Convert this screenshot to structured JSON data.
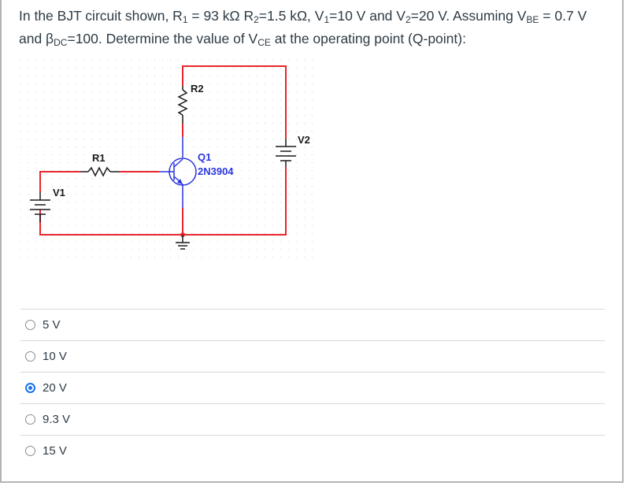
{
  "question": {
    "line1": {
      "prefix": "In the BJT circuit shown, R",
      "r1_sub": "1",
      "r1_val": " = 93 kΩ R",
      "r2_sub": "2",
      "r2_val": "=1.5 kΩ, V",
      "v1_sub": "1",
      "v1_val": "=10 V  and V",
      "v2_sub": "2",
      "v2_val": "=20 V. Assuming V",
      "vbe_sub": "BE",
      "vbe_val": " = 0.7 V"
    },
    "line2": {
      "prefix": "and  β",
      "beta_sub": "DC",
      "beta_val": "=100. Determine the value of  V",
      "vce_sub": "CE",
      "suffix": " at the operating point (Q-point):"
    }
  },
  "circuit": {
    "labels": {
      "r1": "R1",
      "r2": "R2",
      "v1": "V1",
      "v2": "V2",
      "q1": "Q1",
      "q1_part": "2N3904"
    },
    "colors": {
      "wire": "#e8262c",
      "transistor": "#2b36e0",
      "component": "#1a1a1a",
      "grid_dot": "#c8c8c8"
    }
  },
  "answers": [
    {
      "label": "5 V",
      "selected": false
    },
    {
      "label": "10 V",
      "selected": false
    },
    {
      "label": "20 V",
      "selected": true
    },
    {
      "label": "9.3 V",
      "selected": false
    },
    {
      "label": "15 V",
      "selected": false
    }
  ],
  "colors": {
    "text": "#2d3b45",
    "selected_radio": "#1a73e8",
    "divider": "#d7d7d7",
    "frame_border": "#b4b4b4"
  }
}
